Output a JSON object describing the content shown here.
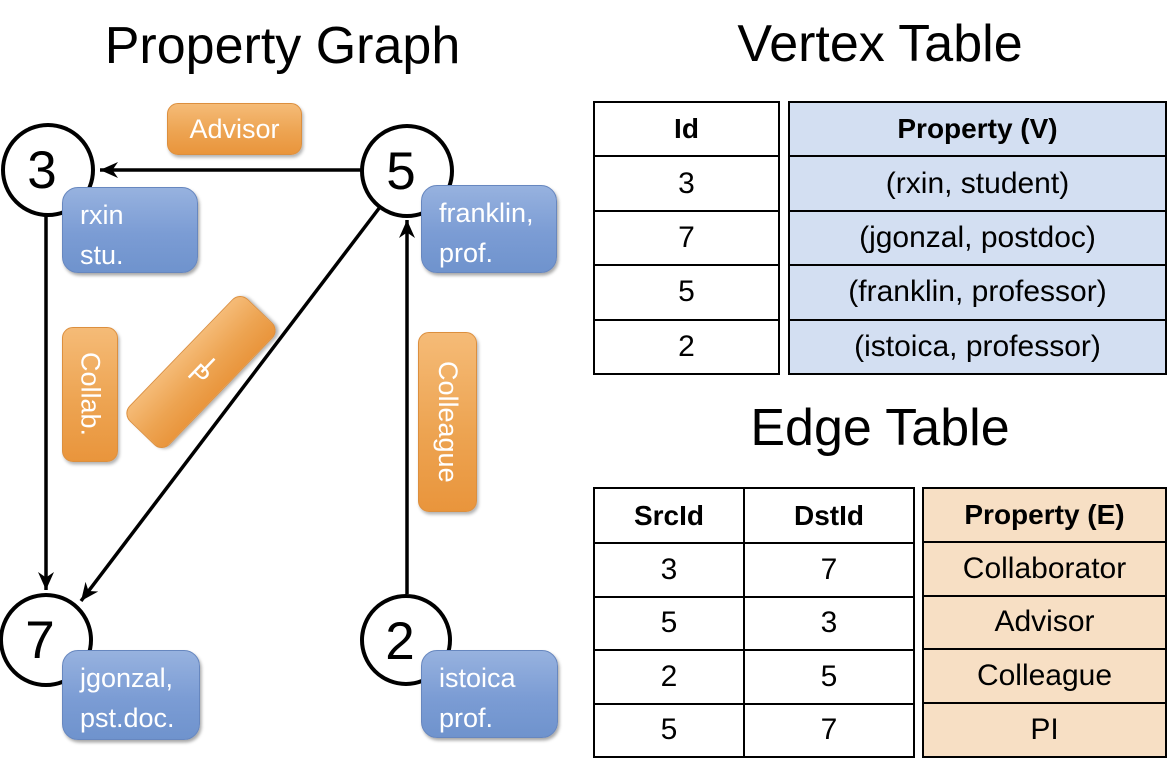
{
  "panel_graph": {
    "title": "Property Graph",
    "nodes": [
      {
        "id": "3",
        "property_lines": [
          "rxin",
          "stu."
        ]
      },
      {
        "id": "5",
        "property_lines": [
          "franklin,",
          "prof."
        ]
      },
      {
        "id": "7",
        "property_lines": [
          "jgonzal,",
          "pst.doc."
        ]
      },
      {
        "id": "2",
        "property_lines": [
          "istoica",
          "prof."
        ]
      }
    ],
    "edge_labels": {
      "advisor": "Advisor",
      "collab": "Collab.",
      "pi": "PI",
      "colleague": "Colleague"
    }
  },
  "vertex_table": {
    "title": "Vertex Table",
    "columns": {
      "id": "Id",
      "property": "Property (V)"
    },
    "rows": [
      {
        "id": "3",
        "property": "(rxin, student)"
      },
      {
        "id": "7",
        "property": "(jgonzal, postdoc)"
      },
      {
        "id": "5",
        "property": "(franklin, professor)"
      },
      {
        "id": "2",
        "property": "(istoica, professor)"
      }
    ]
  },
  "edge_table": {
    "title": "Edge Table",
    "columns": {
      "src": "SrcId",
      "dst": "DstId",
      "property": "Property (E)"
    },
    "rows": [
      {
        "src": "3",
        "dst": "7",
        "property": "Collaborator"
      },
      {
        "src": "5",
        "dst": "3",
        "property": "Advisor"
      },
      {
        "src": "2",
        "dst": "5",
        "property": "Colleague"
      },
      {
        "src": "5",
        "dst": "7",
        "property": "PI"
      }
    ]
  },
  "colors": {
    "edge_label_orange_top": "#F5BB77",
    "edge_label_orange_bottom": "#E9953C",
    "edge_label_border": "#DC8F3E",
    "vertex_label_blue_top": "#97B2DF",
    "vertex_label_blue_bottom": "#6F93CD",
    "vertex_label_border": "#6787BF",
    "vertex_property_column_bg": "#D3DFF2",
    "edge_property_column_bg": "#F7DFC4",
    "line_color": "#000000"
  }
}
